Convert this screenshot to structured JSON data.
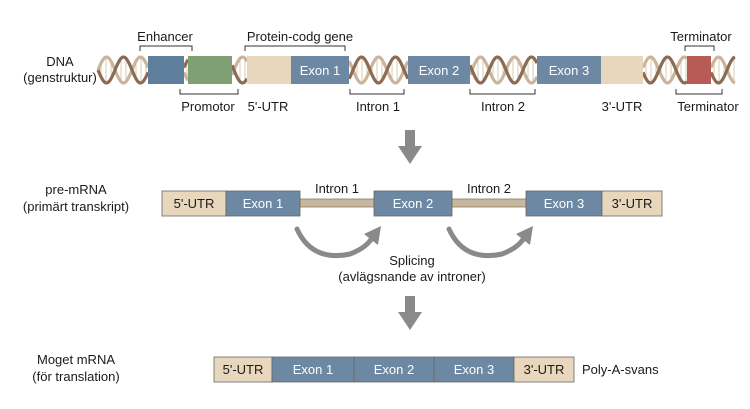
{
  "colors": {
    "exon": "#6d88a3",
    "utr": "#e8d7bc",
    "enhancer": "#5d7e9c",
    "promotor": "#7fa073",
    "terminator": "#b85a55",
    "helix_a": "#8c6b52",
    "helix_b": "#c9b59b",
    "intron_bar": "#c7b79e",
    "arrow": "#8a8a8a"
  },
  "dna": {
    "label_line1": "DNA",
    "label_line2": "(genstruktur)",
    "enhancer": "Enhancer",
    "protein_gene": "Protein-codg gene",
    "terminator_top": "Terminator",
    "exon1": "Exon 1",
    "exon2": "Exon 2",
    "exon3": "Exon 3",
    "promotor": "Promotor",
    "utr5": "5'-UTR",
    "intron1": "Intron 1",
    "intron2": "Intron 2",
    "utr3": "3'-UTR",
    "terminator_bottom": "Terminator"
  },
  "pre_mrna": {
    "label_line1": "pre-mRNA",
    "label_line2": "(primärt transkript)",
    "utr5": "5'-UTR",
    "exon1": "Exon 1",
    "intron1": "Intron 1",
    "exon2": "Exon 2",
    "intron2": "Intron 2",
    "exon3": "Exon 3",
    "utr3": "3'-UTR"
  },
  "splicing": {
    "line1": "Splicing",
    "line2": "(avlägsnande av introner)"
  },
  "mature_mrna": {
    "label_line1": "Moget mRNA",
    "label_line2": "(för translation)",
    "utr5": "5'-UTR",
    "exon1": "Exon 1",
    "exon2": "Exon 2",
    "exon3": "Exon 3",
    "utr3": "3'-UTR",
    "poly_a": "Poly-A-svans"
  }
}
